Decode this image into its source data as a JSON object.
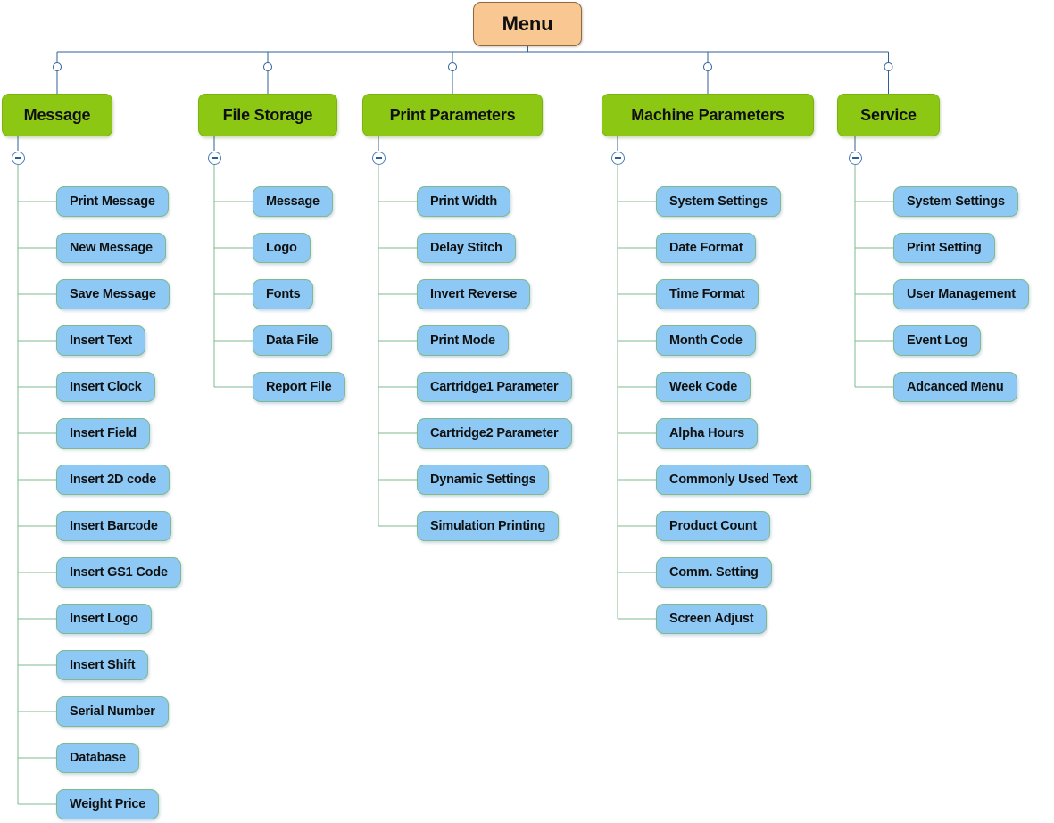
{
  "diagram": {
    "title": "Menu",
    "type": "tree",
    "colors": {
      "root_fill": "#F8C792",
      "category_fill": "#8CC813",
      "leaf_fill": "#8EC8F4",
      "leaf_border": "#7FB98C",
      "bus_line": "#2F5F94",
      "branch_line": "#7FB98C"
    },
    "toggle_icon": "minus-circle-icon",
    "toggle_state": "expanded"
  },
  "root": {
    "label": "Menu"
  },
  "branches": [
    {
      "label": "Message",
      "items": [
        "Print Message",
        "New Message",
        "Save Message",
        "Insert Text",
        "Insert Clock",
        "Insert Field",
        "Insert 2D code",
        "Insert Barcode",
        "Insert GS1 Code",
        "Insert Logo",
        "Insert Shift",
        "Serial Number",
        "Database",
        "Weight Price"
      ]
    },
    {
      "label": "File Storage",
      "items": [
        "Message",
        "Logo",
        "Fonts",
        "Data File",
        "Report File"
      ]
    },
    {
      "label": "Print Parameters",
      "items": [
        "Print Width",
        "Delay Stitch",
        "Invert Reverse",
        "Print Mode",
        "Cartridge1 Parameter",
        "Cartridge2 Parameter",
        "Dynamic Settings",
        "Simulation Printing"
      ]
    },
    {
      "label": "Machine Parameters",
      "items": [
        "System Settings",
        "Date Format",
        "Time Format",
        "Month Code",
        "Week Code",
        "Alpha Hours",
        "Commonly Used Text",
        "Product Count",
        "Comm. Setting",
        "Screen Adjust"
      ]
    },
    {
      "label": "Service",
      "items": [
        "System Settings",
        "Print Setting",
        "User Management",
        "Event Log",
        "Adcanced Menu"
      ]
    }
  ]
}
